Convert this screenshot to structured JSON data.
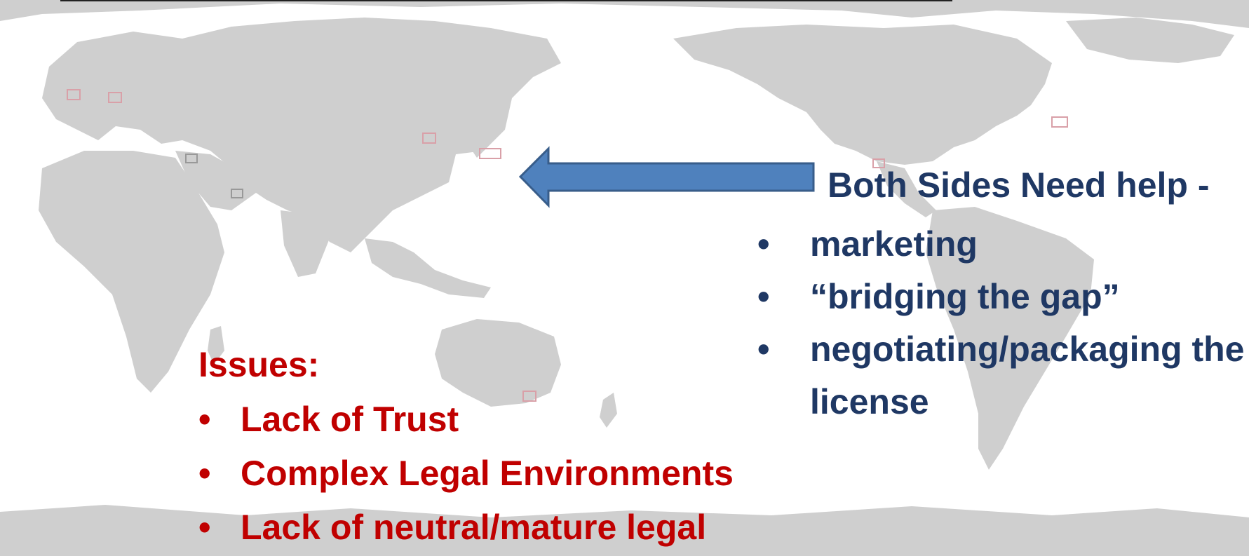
{
  "colors": {
    "background": "#ffffff",
    "land": "#cfcfcf",
    "arrow_fill": "#4f81bd",
    "arrow_stroke": "#385d8a",
    "right_text": "#1f3864",
    "left_text": "#c00000",
    "marker": "#d9a0a8"
  },
  "right_panel": {
    "heading": "Both Sides Need help -",
    "items": [
      {
        "bullet": "•",
        "text": "marketing"
      },
      {
        "bullet": "•",
        "text": "“bridging the gap”"
      },
      {
        "bullet": "•",
        "text": "negotiating/packaging the license"
      }
    ]
  },
  "left_panel": {
    "heading": "Issues:",
    "items": [
      {
        "bullet": "•",
        "text": "Lack of Trust"
      },
      {
        "bullet": "•",
        "text": "Complex Legal Environments"
      },
      {
        "bullet": "•",
        "text": "Lack of neutral/mature legal"
      }
    ]
  },
  "icons": {
    "arrow": "left-arrow-icon",
    "map": "world-map-icon",
    "markers": "location-marker-icon"
  }
}
